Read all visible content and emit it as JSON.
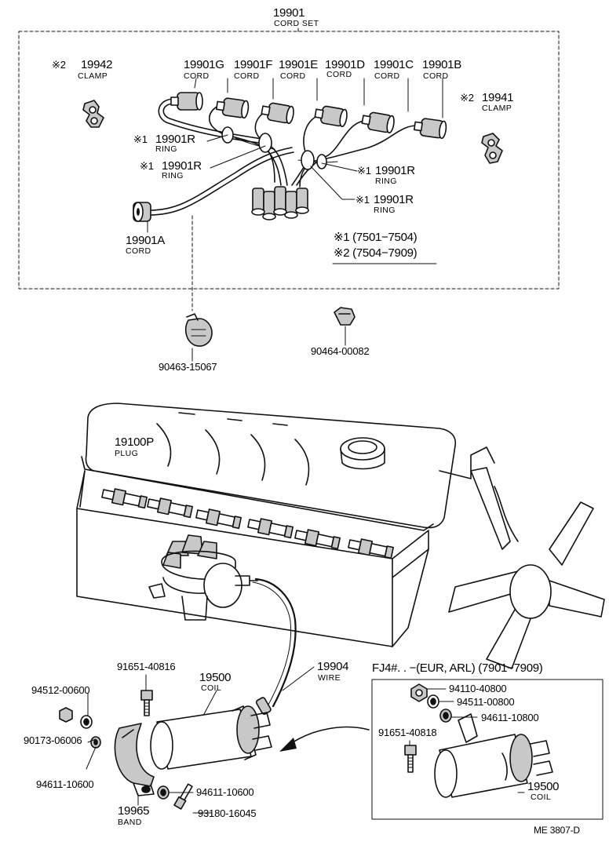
{
  "cord_set": {
    "number": "19901",
    "name": "CORD SET"
  },
  "clamp_19942": {
    "mark": "※2",
    "number": "19942",
    "name": "CLAMP"
  },
  "clamp_19941": {
    "mark": "※2",
    "number": "19941",
    "name": "CLAMP"
  },
  "cords": [
    {
      "number": "19901G",
      "name": "CORD"
    },
    {
      "number": "19901F",
      "name": "CORD"
    },
    {
      "number": "19901E",
      "name": "CORD"
    },
    {
      "number": "19901D",
      "name": "CORD"
    },
    {
      "number": "19901C",
      "name": "CORD"
    },
    {
      "number": "19901B",
      "name": "CORD"
    }
  ],
  "rings": [
    {
      "mark": "※1",
      "number": "19901R",
      "name": "RING"
    },
    {
      "mark": "※1",
      "number": "19901R",
      "name": "RING"
    },
    {
      "mark": "※1",
      "number": "19901R",
      "name": "RING"
    },
    {
      "mark": "※1",
      "number": "19901R",
      "name": "RING"
    }
  ],
  "cord_a": {
    "number": "19901A",
    "name": "CORD"
  },
  "notes": [
    "※1 (7501−7504)",
    "※2 (7504−7909)"
  ],
  "clamp_90463": "90463-15067",
  "clamp_90464": "90464-00082",
  "plug": {
    "number": "19100P",
    "name": "PLUG"
  },
  "coil": {
    "number": "19500",
    "name": "COIL"
  },
  "wire": {
    "number": "19904",
    "name": "WIRE"
  },
  "band": {
    "number": "19965",
    "name": "BAND"
  },
  "hardware": {
    "bolt_91651_40816": "91651-40816",
    "washer_94512": "94512-00600",
    "nut_90173": "90173-06006",
    "washer_94611_left": "94611-10600",
    "washer_94611_bottom": "94611-10600",
    "bolt_93180": "93180-16045"
  },
  "inset": {
    "title": "FJ4#. .    −(EUR, ARL) (7901−7909)",
    "nut": "94110-40800",
    "washer_1": "94511-00800",
    "washer_2": "94611-10800",
    "bolt": "91651-40818",
    "coil_number": "19500",
    "coil_name": "COIL"
  },
  "reference": "ME 3807-D"
}
